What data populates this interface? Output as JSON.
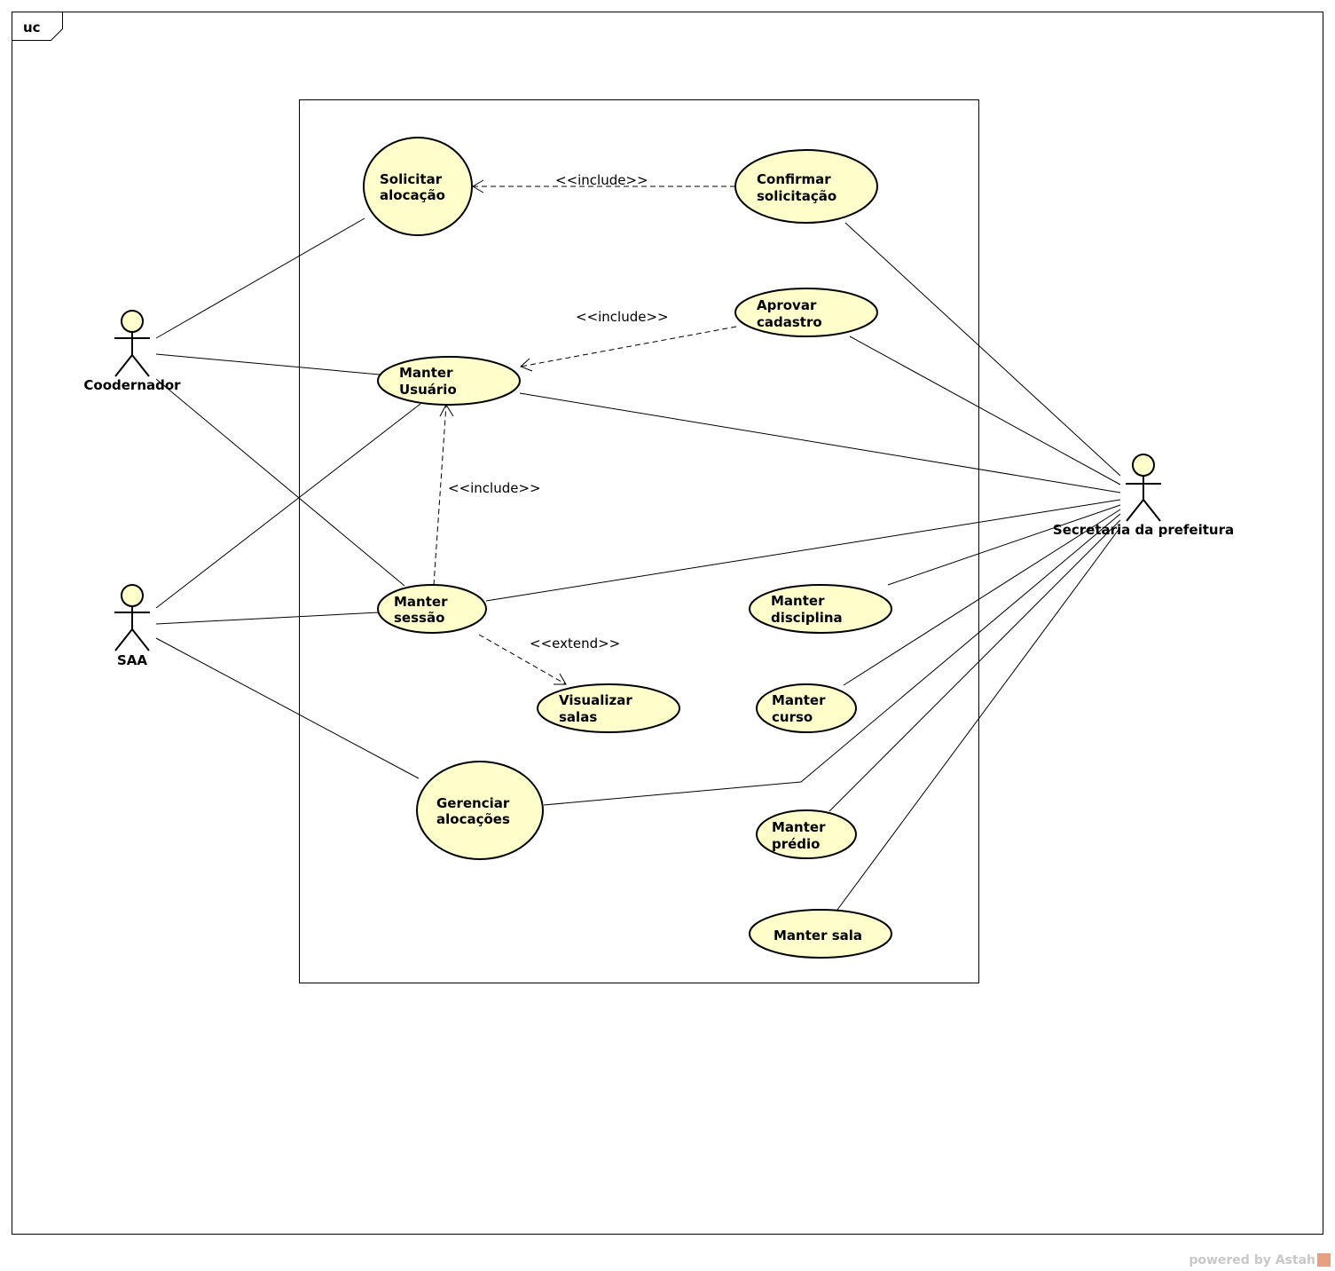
{
  "frame": {
    "tag": "uc"
  },
  "actors": {
    "coordenador": {
      "name": "Coodernador"
    },
    "saa": {
      "name": "SAA"
    },
    "secretaria": {
      "name": "Secretaria da prefeitura"
    }
  },
  "use_cases": {
    "solicitar_alocacao": {
      "line1": "Solicitar",
      "line2": "alocação"
    },
    "confirmar_solicitacao": {
      "line1": "Confirmar",
      "line2": "solicitação"
    },
    "aprovar_cadastro": {
      "line1": "Aprovar",
      "line2": "cadastro"
    },
    "manter_usuario": {
      "line1": "Manter",
      "line2": "Usuário"
    },
    "manter_sessao": {
      "line1": "Manter",
      "line2": "sessão"
    },
    "manter_disciplina": {
      "line1": "Manter",
      "line2": "disciplina"
    },
    "visualizar_salas": {
      "line1": "Visualizar",
      "line2": "salas"
    },
    "manter_curso": {
      "line1": "Manter",
      "line2": "curso"
    },
    "gerenciar_alocacoes": {
      "line1": "Gerenciar",
      "line2": "alocações"
    },
    "manter_predio": {
      "line1": "Manter",
      "line2": "prédio"
    },
    "manter_sala": {
      "line1": "Manter sala"
    }
  },
  "relationships": {
    "include_confirmar": "<<include>>",
    "include_aprovar": "<<include>>",
    "include_sessao": "<<include>>",
    "extend_visualizar": "<<extend>>"
  },
  "colors": {
    "use_case_fill": "#ffffcc",
    "actor_head_fill": "#ffffcc",
    "line": "#000000",
    "watermark": "#c8c8c8",
    "watermark_logo": "#e8a080"
  },
  "watermark": {
    "text": "powered by Astah"
  }
}
